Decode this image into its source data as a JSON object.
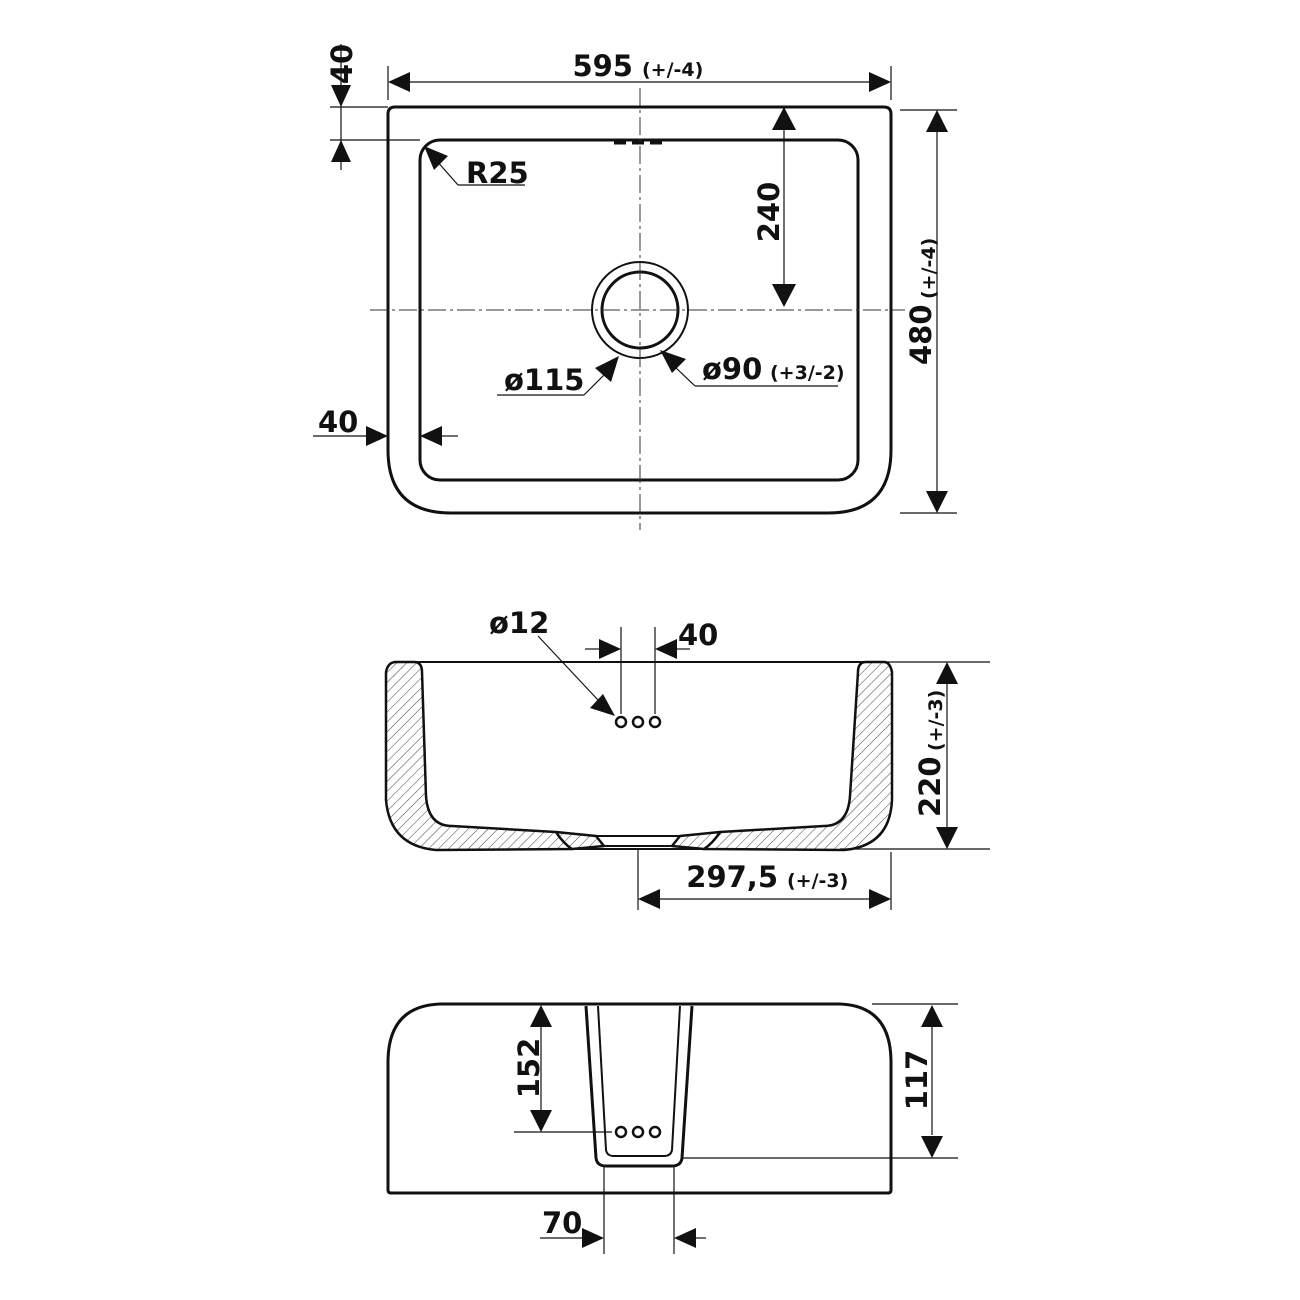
{
  "top_view": {
    "width_dim": "595",
    "width_tol": "(+/-4)",
    "depth_dim": "480",
    "depth_tol": "(+/-4)",
    "rim_top_dim": "40",
    "rim_side_dim": "40",
    "corner_radius": "R25",
    "to_drain_dim": "240",
    "outer_ring_dim": "ø115",
    "drain_dim": "ø90",
    "drain_tol": "(+3/-2)"
  },
  "section_view": {
    "overflow_hole_dim": "ø12",
    "hole_pitch_dim": "40",
    "height_dim": "220",
    "height_tol": "(+/-3)",
    "half_width_dim": "297,5",
    "half_width_tol": "(+/-3)"
  },
  "front_view": {
    "holes_depth_dim": "152",
    "front_height_dim": "117",
    "channel_width_dim": "70"
  }
}
